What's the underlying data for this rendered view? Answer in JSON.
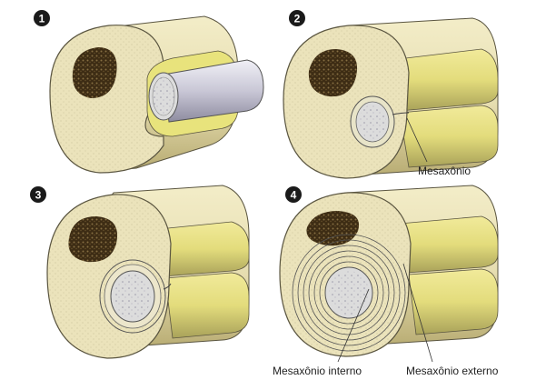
{
  "panels": [
    {
      "step": "1"
    },
    {
      "step": "2",
      "label": "Mesaxônio"
    },
    {
      "step": "3"
    },
    {
      "step": "4",
      "label_inner": "Mesaxônio interno",
      "label_outer": "Mesaxônio externo"
    }
  ],
  "colors": {
    "cytoplasm": "#e9e2b9",
    "cytoplasm_shadow": "#bfb37a",
    "membrane": "#5a5540",
    "nucleus": "#3d2c14",
    "nucleus_spots": "#a08a55",
    "flat_face": "#d9d27e",
    "flat_face_yellow": "#e8e680",
    "axon_face": "#dcdcdc",
    "axon_shaft": "#c8c6d4",
    "marker": "#1a1a1a"
  }
}
